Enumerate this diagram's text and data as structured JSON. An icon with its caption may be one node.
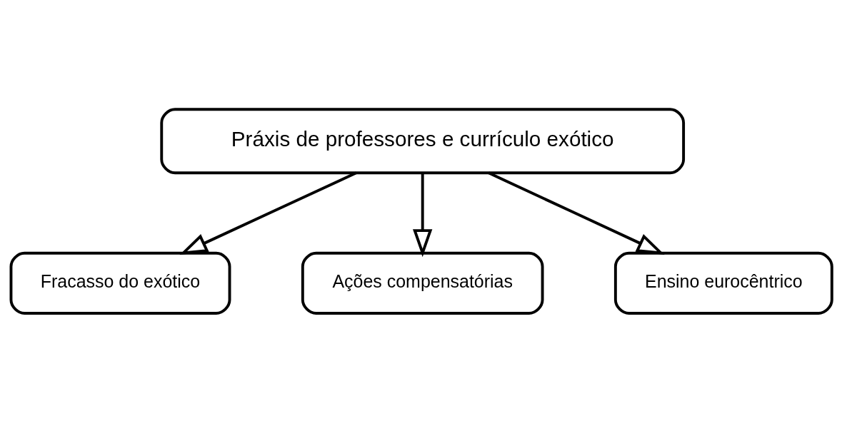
{
  "diagram": {
    "nodes": [
      {
        "text": [
          "Práxis de professores e currículo exótico"
        ]
      },
      {
        "text": [
          "Ações compensatórias"
        ]
      },
      {
        "text": [
          "Fracasso do exótico"
        ]
      },
      {
        "text": [
          "Ensino eurocêntrico"
        ]
      }
    ],
    "edges": [
      {
        "from": 0,
        "to": 2,
        "arrow": "to"
      },
      {
        "from": 0,
        "to": 1,
        "arrow": "to"
      },
      {
        "from": 0,
        "to": 3,
        "arrow": "to"
      }
    ]
  }
}
